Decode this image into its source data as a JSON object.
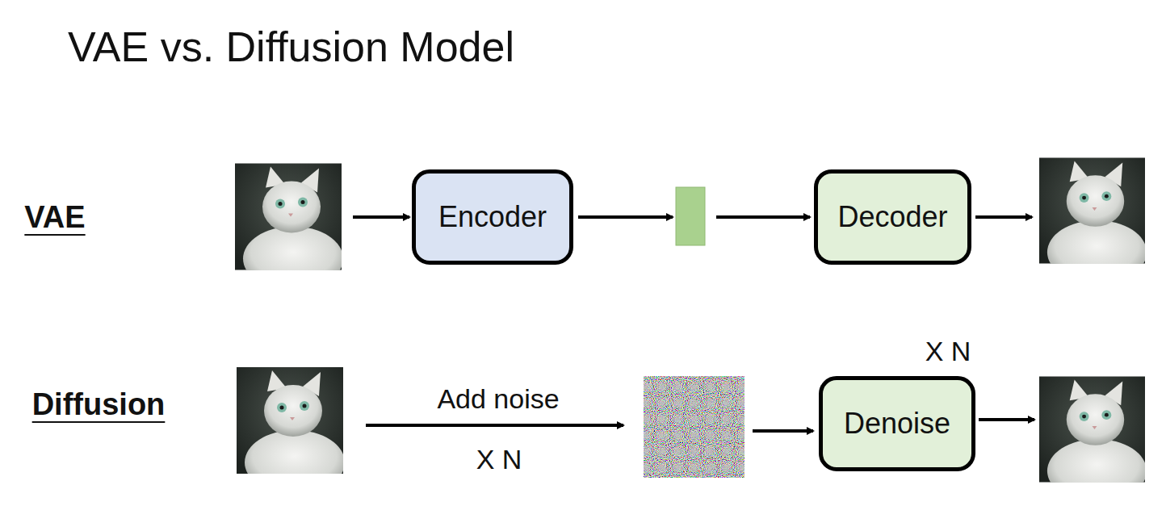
{
  "diagram": {
    "title": "VAE vs. Diffusion Model",
    "nodes": [
      {
        "text": [
          "Encoder"
        ]
      },
      {
        "text": [
          "Decoder"
        ]
      },
      {
        "text": [
          "Denoise"
        ]
      }
    ],
    "labels": [
      "VAE",
      "Diffusion",
      "Add noise",
      "X N",
      "X N"
    ]
  }
}
